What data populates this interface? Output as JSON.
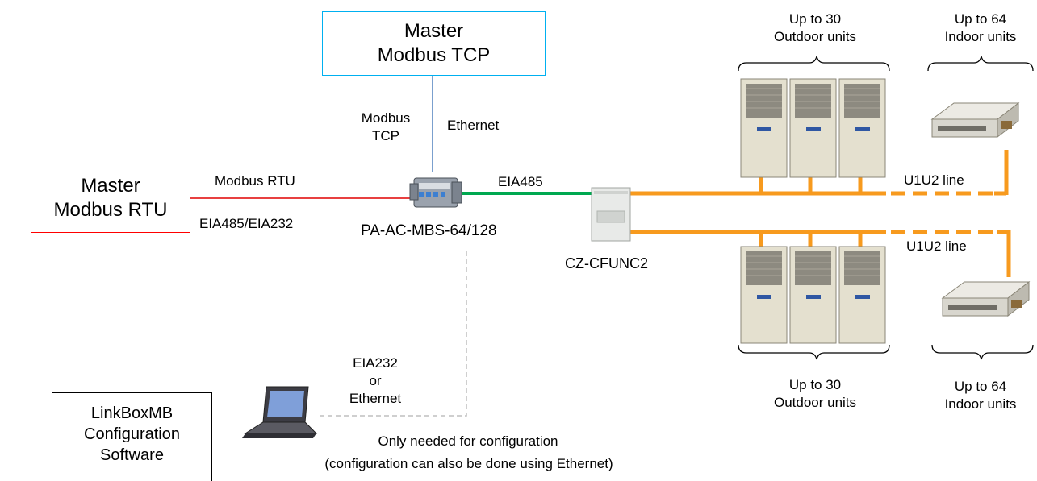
{
  "boxes": {
    "master_tcp": {
      "line1": "Master",
      "line2": "Modbus TCP",
      "border_color": "#00b0f0"
    },
    "master_rtu": {
      "line1": "Master",
      "line2": "Modbus RTU",
      "border_color": "#ff0000"
    },
    "linkbox": {
      "line1": "LinkBoxMB",
      "line2": "Configuration",
      "line3": "Software"
    }
  },
  "labels": {
    "modbus_tcp_1": "Modbus",
    "modbus_tcp_2": "TCP",
    "ethernet": "Ethernet",
    "modbus_rtu": "Modbus RTU",
    "eia485_232": "EIA485/EIA232",
    "gateway": "PA-AC-MBS-64/128",
    "eia485": "EIA485",
    "cz": "CZ-CFUNC2",
    "u1u2_top": "U1U2 line",
    "u1u2_bottom": "U1U2 line",
    "outdoor_top_1": "Up to 30",
    "outdoor_top_2": "Outdoor units",
    "indoor_top_1": "Up to 64",
    "indoor_top_2": "Indoor units",
    "outdoor_bottom_1": "Up to 30",
    "outdoor_bottom_2": "Outdoor units",
    "indoor_bottom_1": "Up to 64",
    "indoor_bottom_2": "Indoor units",
    "config_1": "EIA232",
    "config_2": "or",
    "config_3": "Ethernet",
    "only_needed": "Only needed for configuration",
    "also_ethernet": "(configuration can also be done using Ethernet)"
  },
  "colors": {
    "rtu_line": "#e00000",
    "tcp_line": "#4f81bd",
    "eia485_line": "#00a850",
    "u1u2_line": "#f79a1e",
    "config_line": "#bfbfbf"
  },
  "icons": [
    "gateway-icon",
    "cz-cfunc2-icon",
    "outdoor-unit-icon",
    "indoor-unit-icon",
    "laptop-icon"
  ]
}
